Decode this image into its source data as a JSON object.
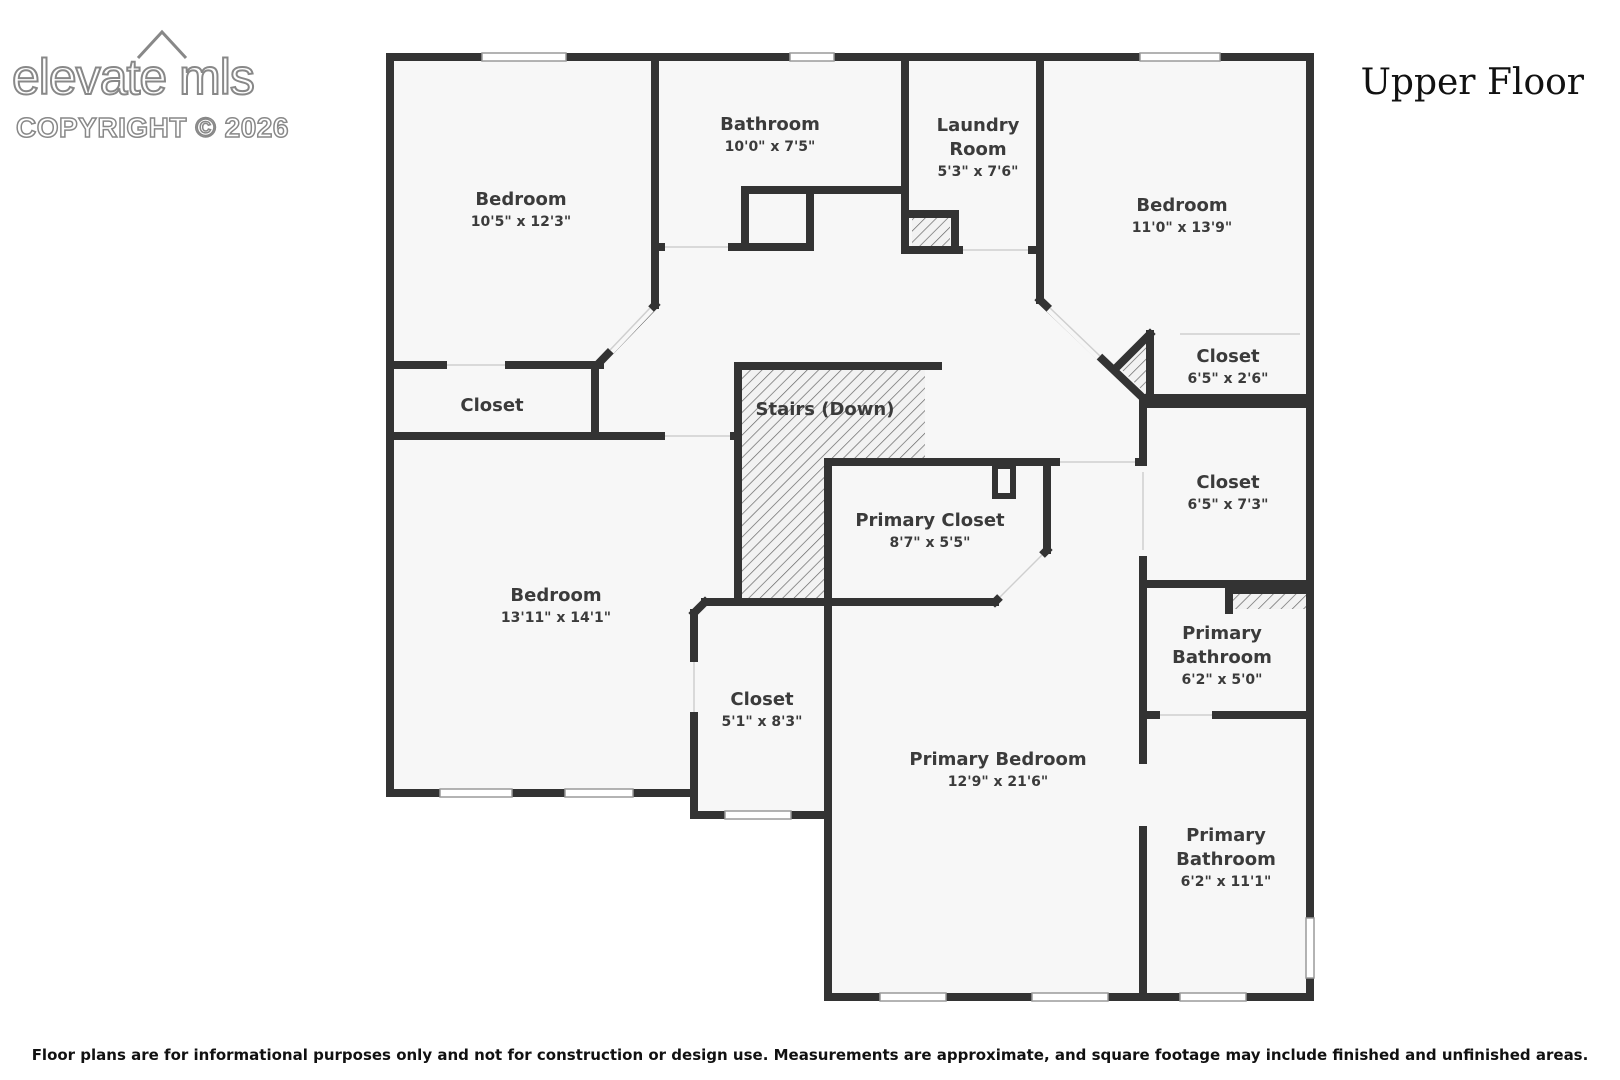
{
  "logo": {
    "brand": "elevate mls",
    "copyright": "COPYRIGHT © 2026",
    "icon": "roof-chevron-icon"
  },
  "floor_title": "Upper Floor",
  "disclaimer": "Floor plans are for informational purposes only and not for construction or design use. Measurements are approximate, and square footage may include finished and unfinished areas.",
  "colors": {
    "wall": "#333333",
    "floor": "#f7f7f7",
    "hatch": "#555555",
    "label": "#3b3b3b"
  },
  "rooms": [
    {
      "id": "bedroom-nw",
      "name": "Bedroom",
      "dims": "10'5\" x 12'3\""
    },
    {
      "id": "bathroom",
      "name": "Bathroom",
      "dims": "10'0\" x 7'5\""
    },
    {
      "id": "laundry",
      "name": "Laundry\nRoom",
      "dims": "5'3\" x 7'6\""
    },
    {
      "id": "bedroom-ne",
      "name": "Bedroom",
      "dims": "11'0\" x 13'9\""
    },
    {
      "id": "closet-w",
      "name": "Closet",
      "dims": ""
    },
    {
      "id": "stairs",
      "name": "Stairs (Down)",
      "dims": ""
    },
    {
      "id": "closet-ne",
      "name": "Closet",
      "dims": "6'5\" x 2'6\""
    },
    {
      "id": "closet-e",
      "name": "Closet",
      "dims": "6'5\" x 7'3\""
    },
    {
      "id": "primary-closet",
      "name": "Primary Closet",
      "dims": "8'7\" x 5'5\""
    },
    {
      "id": "bedroom-sw",
      "name": "Bedroom",
      "dims": "13'11\" x 14'1\""
    },
    {
      "id": "primary-bath-1",
      "name": "Primary\nBathroom",
      "dims": "6'2\" x 5'0\""
    },
    {
      "id": "closet-s",
      "name": "Closet",
      "dims": "5'1\" x 8'3\""
    },
    {
      "id": "primary-bedroom",
      "name": "Primary Bedroom",
      "dims": "12'9\" x 21'6\""
    },
    {
      "id": "primary-bath-2",
      "name": "Primary\nBathroom",
      "dims": "6'2\" x 11'1\""
    }
  ]
}
